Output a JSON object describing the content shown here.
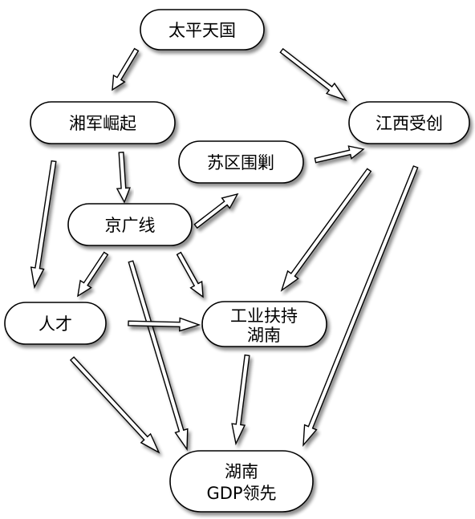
{
  "nodes": {
    "taiping": "太平天国",
    "xiangjun": "湘军崛起",
    "jiangxi": "江西受创",
    "suqu": "苏区围剿",
    "jingguang": "京广线",
    "rencai": "人才",
    "gongye_line1": "工业扶持",
    "gongye_line2": "湖南",
    "gdp_line1": "湖南",
    "gdp_line2": "GDP领先"
  },
  "edges": [
    {
      "from": "太平天国",
      "to": "湘军崛起"
    },
    {
      "from": "太平天国",
      "to": "江西受创"
    },
    {
      "from": "湘军崛起",
      "to": "京广线"
    },
    {
      "from": "湘军崛起",
      "to": "人才"
    },
    {
      "from": "苏区围剿",
      "to": "江西受创"
    },
    {
      "from": "京广线",
      "to": "苏区围剿"
    },
    {
      "from": "京广线",
      "to": "人才"
    },
    {
      "from": "京广线",
      "to": "工业扶持湖南"
    },
    {
      "from": "京广线",
      "to": "湖南GDP领先"
    },
    {
      "from": "江西受创",
      "to": "工业扶持湖南"
    },
    {
      "from": "江西受创",
      "to": "湖南GDP领先"
    },
    {
      "from": "人才",
      "to": "工业扶持湖南"
    },
    {
      "from": "人才",
      "to": "湖南GDP领先"
    },
    {
      "from": "工业扶持湖南",
      "to": "湖南GDP领先"
    }
  ]
}
